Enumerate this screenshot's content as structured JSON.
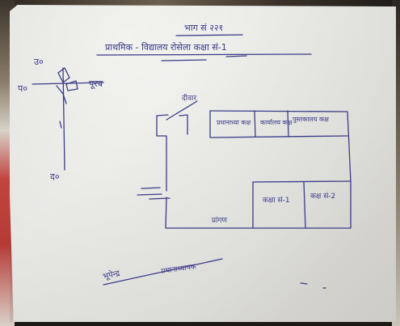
{
  "page": {
    "header_line1": "भाग सं २२१",
    "header_line2": "प्राथमिक - विद्यालय रोसेला कक्षा सं-1"
  },
  "compass": {
    "north": "उ०",
    "east": "पूरब",
    "west": "प०",
    "south": "द०"
  },
  "plan": {
    "entrance_label": "दीवार",
    "room_1": "प्रधानाध्या कक्ष",
    "room_2": "कार्यालय कक्ष",
    "room_3": "पुस्तकालय कक्ष",
    "room_4": "कक्षा सं-1",
    "room_5": "कक्ष सं-2",
    "area_label": "प्रांगण"
  },
  "signature": {
    "name": "भूपेन्द्र",
    "title": "प्रधानाध्यापक"
  },
  "colors": {
    "ink": "#3a3b88",
    "paper": "#f0f0ec"
  }
}
